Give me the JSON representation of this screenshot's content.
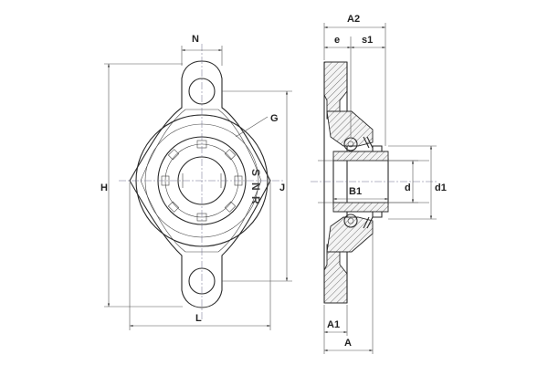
{
  "labels": {
    "N": "N",
    "G": "G",
    "H": "H",
    "J": "J",
    "L": "L",
    "A2": "A2",
    "e": "e",
    "s1": "s1",
    "B1": "B1",
    "d": "d",
    "d1": "d1",
    "A1": "A1",
    "A": "A"
  },
  "brand": {
    "letters": [
      "S",
      "N",
      "R"
    ]
  }
}
